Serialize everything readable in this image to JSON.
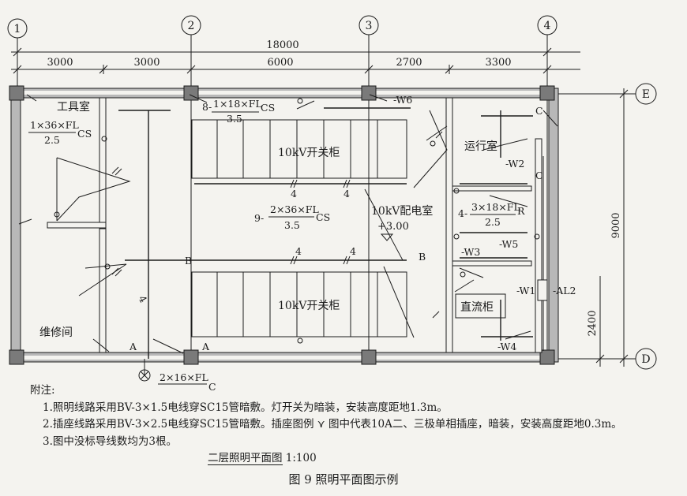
{
  "axes": {
    "columns": [
      "1",
      "2",
      "3",
      "4"
    ],
    "rows": [
      "E",
      "D"
    ]
  },
  "dimensions": {
    "total": "18000",
    "spans": [
      "3000",
      "3000",
      "6000",
      "2700",
      "3300"
    ],
    "height": "9000",
    "partial": "2400"
  },
  "rooms": {
    "tool_room": "工具室",
    "repair_room": "维修间",
    "control_room": "运行室",
    "distribution_room": "10kV配电室",
    "elevation": "+3.00",
    "switchgear_top": "10kV开关柜",
    "switchgear_bottom": "10kV开关柜",
    "dc_cabinet": "直流柜"
  },
  "fixtures": {
    "tool_room_lamp_top": "1×36×FL",
    "tool_room_lamp_bottom": "2.5",
    "tool_room_lamp_suffix": "CS",
    "top_lamp_count": "8-",
    "top_lamp_top": "1×18×FL",
    "top_lamp_bottom": "3.5",
    "top_lamp_suffix": "CS",
    "main_lamp_count": "9-",
    "main_lamp_top": "2×36×FL",
    "main_lamp_bottom": "3.5",
    "main_lamp_suffix": "CS",
    "control_lamp_count": "4-",
    "control_lamp_top": "3×18×FL",
    "control_lamp_bottom": "2.5",
    "control_lamp_suffix": "R",
    "outdoor_lamp_top": "2×16×FL",
    "outdoor_lamp_suffix": "C"
  },
  "circuits": {
    "w1": "-W1",
    "w2": "-W2",
    "w3": "-W3",
    "w4": "-W4",
    "w5": "-W5",
    "w6": "-W6",
    "panel": "-AL2",
    "label_a": "A",
    "label_b": "B",
    "label_c": "C",
    "wire_count": "4"
  },
  "notes": {
    "heading": "附注:",
    "item1": "1.照明线路采用BV-3×1.5电线穿SC15管暗敷。灯开关为暗装，安装高度距地1.3m。",
    "item2": "2.插座线路采用BV-3×2.5电线穿SC15管暗敷。插座图例 ⋎ 图中代表10A二、三极单相插座，暗装，安装高度距地0.3m。",
    "item3": "3.图中没标导线数均为3根。",
    "drawing_title": "二层照明平面图",
    "scale": "1:100"
  },
  "caption": "图 9    照明平面图示例"
}
